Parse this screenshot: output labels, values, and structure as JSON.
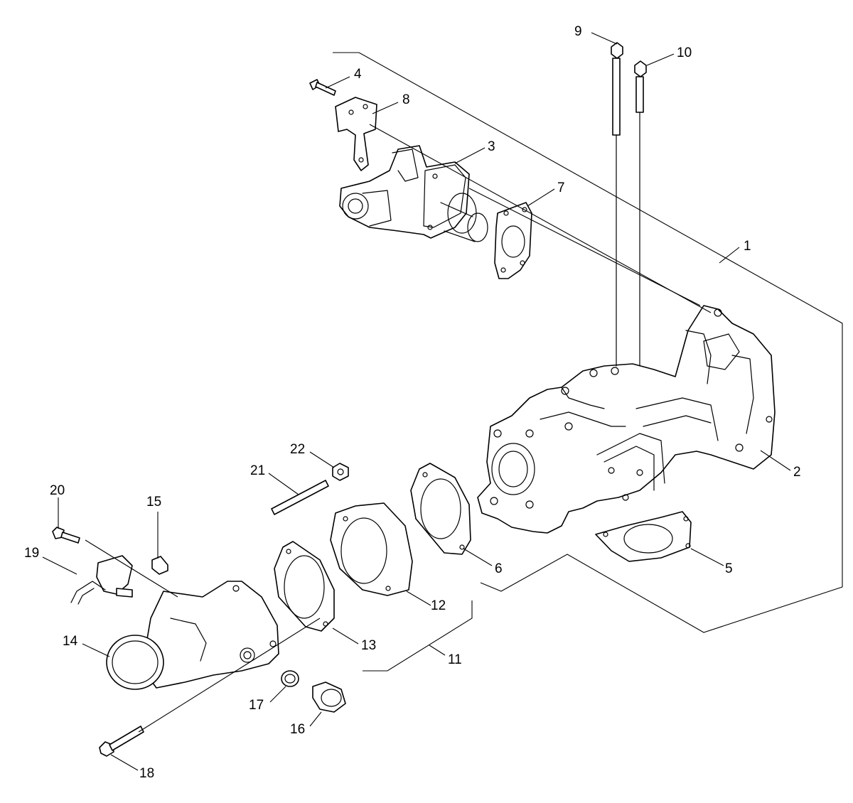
{
  "callouts": [
    {
      "id": "c1",
      "text": "1"
    },
    {
      "id": "c2",
      "text": "2"
    },
    {
      "id": "c3",
      "text": "3"
    },
    {
      "id": "c4",
      "text": "4"
    },
    {
      "id": "c5",
      "text": "5"
    },
    {
      "id": "c6",
      "text": "6"
    },
    {
      "id": "c7",
      "text": "7"
    },
    {
      "id": "c8",
      "text": "8"
    },
    {
      "id": "c9",
      "text": "9"
    },
    {
      "id": "c10",
      "text": "10"
    },
    {
      "id": "c11",
      "text": "11"
    },
    {
      "id": "c12",
      "text": "12"
    },
    {
      "id": "c13",
      "text": "13"
    },
    {
      "id": "c14",
      "text": "14"
    },
    {
      "id": "c15",
      "text": "15"
    },
    {
      "id": "c16",
      "text": "16"
    },
    {
      "id": "c17",
      "text": "17"
    },
    {
      "id": "c18",
      "text": "18"
    },
    {
      "id": "c19",
      "text": "19"
    },
    {
      "id": "c20",
      "text": "20"
    },
    {
      "id": "c21",
      "text": "21"
    },
    {
      "id": "c22",
      "text": "22"
    }
  ]
}
